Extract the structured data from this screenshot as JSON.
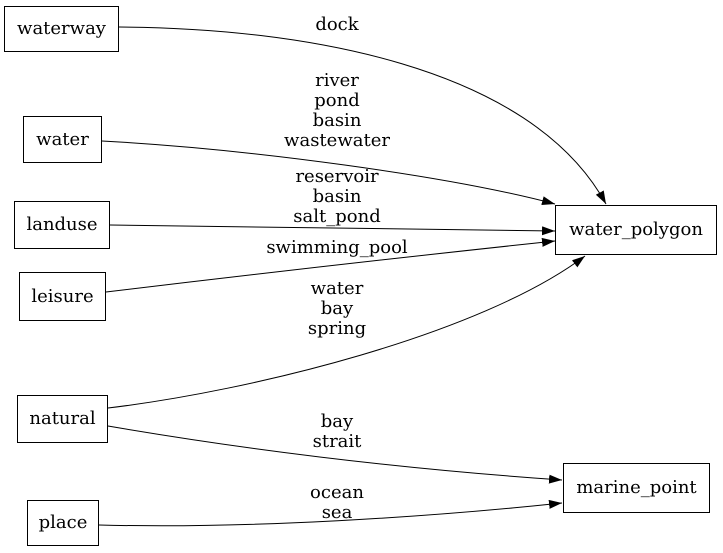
{
  "graph": {
    "colors": {
      "background": "#ffffff",
      "node_border": "#000000",
      "edge": "#000000",
      "text": "#000000"
    },
    "nodes": {
      "waterway": {
        "label": "waterway"
      },
      "water": {
        "label": "water"
      },
      "landuse": {
        "label": "landuse"
      },
      "leisure": {
        "label": "leisure"
      },
      "natural": {
        "label": "natural"
      },
      "place": {
        "label": "place"
      },
      "water_polygon": {
        "label": "water_polygon"
      },
      "marine_point": {
        "label": "marine_point"
      }
    },
    "edges": [
      {
        "from": "waterway",
        "to": "water_polygon",
        "label": "dock"
      },
      {
        "from": "water",
        "to": "water_polygon",
        "label": "river\npond\nbasin\nwastewater"
      },
      {
        "from": "landuse",
        "to": "water_polygon",
        "label": "reservoir\nbasin\nsalt_pond"
      },
      {
        "from": "leisure",
        "to": "water_polygon",
        "label": "swimming_pool"
      },
      {
        "from": "natural",
        "to": "water_polygon",
        "label": "water\nbay\nspring"
      },
      {
        "from": "natural",
        "to": "marine_point",
        "label": "bay\nstrait"
      },
      {
        "from": "place",
        "to": "marine_point",
        "label": "ocean\nsea"
      }
    ]
  }
}
